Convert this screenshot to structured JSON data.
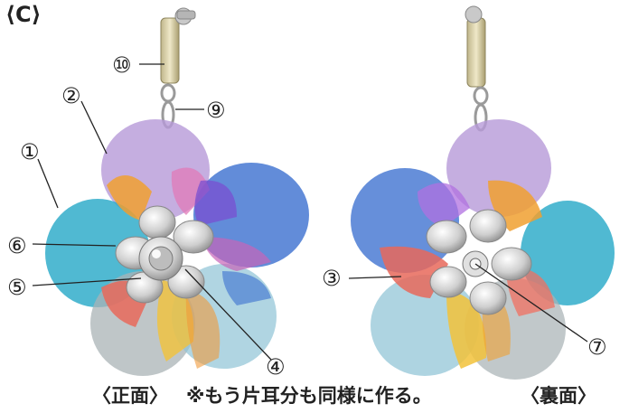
{
  "section_label": "⟨C⟩",
  "captions": {
    "front": "〈正面〉",
    "note": "※もう片耳分も同様に作る。",
    "back": "〈裏面〉"
  },
  "callouts": [
    "①",
    "②",
    "③",
    "④",
    "⑤",
    "⑥",
    "⑦",
    "⑨",
    "⑩"
  ],
  "colors": {
    "purple": "#b79ad8",
    "blue": "#3b6fd0",
    "cyan": "#2aa9c8",
    "orange": "#f0a030",
    "red": "#e8685a",
    "gray": "#b8c4c8",
    "pink": "#e07ab8",
    "yellow": "#f2c23a",
    "silver": "#d8d8d8",
    "gold": "#c8b060"
  }
}
